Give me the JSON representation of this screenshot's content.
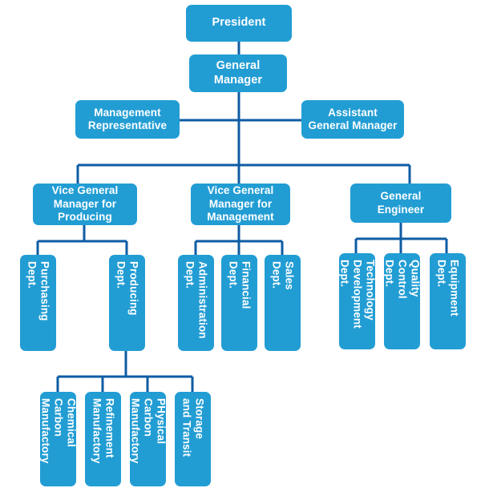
{
  "chart_data": {
    "type": "diagram",
    "title": "Organization Chart",
    "orientation": "top-down",
    "node_fill_color": "#229dd4",
    "node_text_color": "#ffffff",
    "connector_color": "#0e5ca4",
    "background_color": "#ffffff",
    "levels": [
      [
        "President"
      ],
      [
        "General Manager"
      ],
      [
        "Management Representative",
        "Assistant General Manager"
      ],
      [
        "Vice General Manager for Producing",
        "Vice General Manager for Management",
        "General Engineer"
      ],
      [
        "Purchasing Dept.",
        "Producing Dept.",
        "Administration Dept.",
        "Financial Dept.",
        "Sales Dept.",
        "Technology Development Dept.",
        "Quality Control Dept.",
        "Equipment Dept."
      ],
      [
        "Chemical Carbon Manufactory",
        "Refinement Manufactory",
        "PHysical Carbon Manufactory",
        "Storage and Transit"
      ]
    ],
    "edges": [
      [
        "President",
        "General Manager"
      ],
      [
        "General Manager",
        "Management Representative"
      ],
      [
        "General Manager",
        "Assistant General Manager"
      ],
      [
        "General Manager",
        "Vice General Manager for Producing"
      ],
      [
        "General Manager",
        "Vice General Manager for Management"
      ],
      [
        "General Manager",
        "General Engineer"
      ],
      [
        "Vice General Manager for Producing",
        "Purchasing Dept."
      ],
      [
        "Vice General Manager for Producing",
        "Producing Dept."
      ],
      [
        "Vice General Manager for Management",
        "Administration Dept."
      ],
      [
        "Vice General Manager for Management",
        "Financial Dept."
      ],
      [
        "Vice General Manager for Management",
        "Sales Dept."
      ],
      [
        "General Engineer",
        "Technology Development Dept."
      ],
      [
        "General Engineer",
        "Quality Control Dept."
      ],
      [
        "General Engineer",
        "Equipment Dept."
      ],
      [
        "Producing Dept.",
        "Chemical Carbon Manufactory"
      ],
      [
        "Producing Dept.",
        "Refinement Manufactory"
      ],
      [
        "Producing Dept.",
        "PHysical Carbon Manufactory"
      ],
      [
        "Producing Dept.",
        "Storage and Transit"
      ]
    ]
  },
  "nodes": {
    "president": {
      "label": "President"
    },
    "general_manager": {
      "label": "General\nManager"
    },
    "management_representative": {
      "label": "Management\nRepresentative"
    },
    "assistant_general_manager": {
      "label": "Assistant\nGeneral Manager"
    },
    "vgm_producing": {
      "label": "Vice General\nManager for\nProducing"
    },
    "vgm_management": {
      "label": "Vice General\nManager for\nManagement"
    },
    "general_engineer": {
      "label": "General\nEngineer"
    },
    "purchasing_dept": {
      "label": "Purchasing\nDept."
    },
    "producing_dept": {
      "label": "Producing\nDept."
    },
    "administration_dept": {
      "label": "Administration\nDept."
    },
    "financial_dept": {
      "label": "Financial\nDept."
    },
    "sales_dept": {
      "label": "Sales\nDept."
    },
    "technology_development_dept": {
      "label": "Technology\nDevelopment\nDept."
    },
    "quality_control_dept": {
      "label": "Quality\nControl\nDept."
    },
    "equipment_dept": {
      "label": "Equipment\nDept."
    },
    "chemical_carbon_manufactory": {
      "label": "Chemical\nCarbon\nManufactory"
    },
    "refinement_manufactory": {
      "label": "Refinement\nManufactory"
    },
    "physical_carbon_manufactory": {
      "label": "PHysical\nCarbon\nManufactory"
    },
    "storage_and_transit": {
      "label": "Storage\nand Transit"
    }
  }
}
